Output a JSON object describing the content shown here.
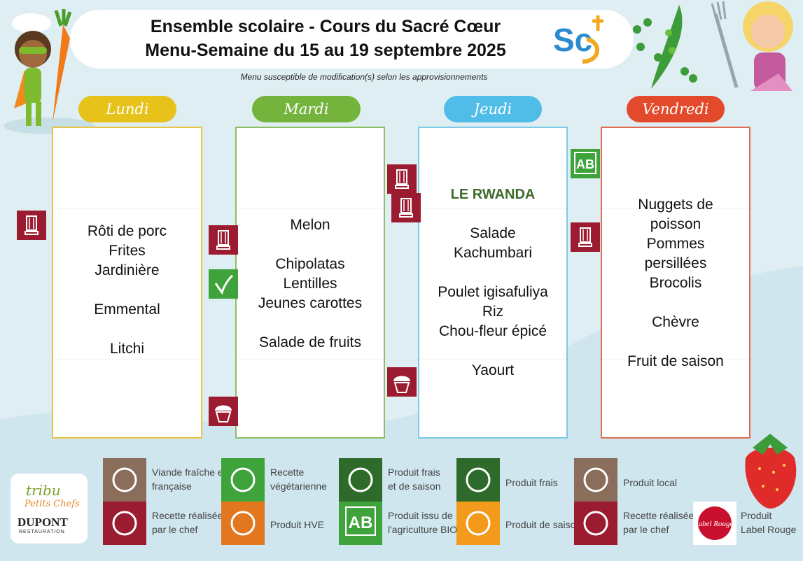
{
  "header": {
    "title_line1": "Ensemble scolaire - Cours du Sacré Cœur",
    "title_line2": "Menu-Semaine du 15 au 19 septembre 2025",
    "subtitle": "Menu susceptible de modification(s) selon les approvisionnements",
    "logo_text": "Sc"
  },
  "days": [
    {
      "name": "Lundi",
      "color": "#e6c21a",
      "border": "#e8c447",
      "items": [
        "Rôti de porc",
        "Frites",
        "Jardinière",
        "",
        "Emmental",
        "",
        "Litchi"
      ]
    },
    {
      "name": "Mardi",
      "color": "#74b43c",
      "border": "#8cc063",
      "items": [
        "Melon",
        "",
        "Chipolatas",
        "Lentilles",
        "Jeunes carottes",
        "",
        "Salade de fruits"
      ]
    },
    {
      "name": "Jeudi",
      "color": "#4fbde8",
      "border": "#7ccbe8",
      "special": "LE RWANDA",
      "items": [
        "Salade",
        "Kachumbari",
        "",
        "Poulet igisafuliya",
        "Riz",
        "Chou-fleur épicé",
        "",
        "Yaourt"
      ]
    },
    {
      "name": "Vendredi",
      "color": "#e24a2b",
      "border": "#e06c53",
      "items": [
        "Nuggets de",
        "poisson",
        "Pommes",
        "persillées",
        "Brocolis",
        "",
        "Chèvre",
        "",
        "Fruit de saison"
      ]
    }
  ],
  "legend": [
    {
      "icon": "meat-icon",
      "text1": "Viande fraîche et",
      "text2": "française"
    },
    {
      "icon": "vegetarian-leaf-icon",
      "text1": "Recette",
      "text2": "végétarienne"
    },
    {
      "icon": "fresh-season-icon",
      "text1": "Produit frais",
      "text2": "et de saison"
    },
    {
      "icon": "fresh-crate-icon",
      "text1": "Produit frais",
      "text2": ""
    },
    {
      "icon": "location-pin-icon",
      "text1": "Produit local",
      "text2": ""
    },
    {
      "icon": "chef-toque-icon",
      "text1": "Recette réalisée",
      "text2": "par le chef"
    },
    {
      "icon": "hve-icon",
      "text1": "Produit HVE",
      "text2": ""
    },
    {
      "icon": "organic-ab-icon",
      "text1": "Produit issu de",
      "text2": "l'agriculture BIO"
    },
    {
      "icon": "season-icon",
      "text1": "Produit de saison",
      "text2": ""
    },
    {
      "icon": "cupcake-icon",
      "text1": "Recette réalisée",
      "text2": "par le chef"
    },
    {
      "icon": "label-rouge-icon",
      "text1": "Produit",
      "text2": "Label Rouge"
    }
  ],
  "ab_badge": "AB",
  "branding": {
    "tribu_line1": "tribu",
    "tribu_line2": "Petits Chefs",
    "dupont": "DUPONT",
    "restauration": "RESTAURATION",
    "label_rouge_logo": "label Rouge"
  }
}
